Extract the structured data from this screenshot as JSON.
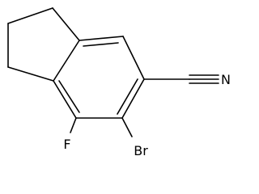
{
  "molecule": {
    "atom_labels": {
      "nitrogen": "N",
      "bromine": "Br",
      "fluorine": "F"
    },
    "colors": {
      "bond": "#000000",
      "label": "#000000",
      "background": "#ffffff"
    }
  }
}
